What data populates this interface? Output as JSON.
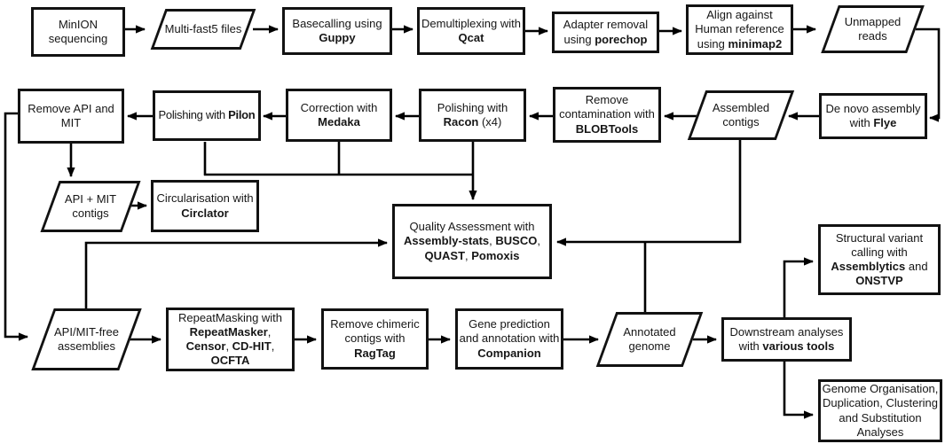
{
  "diagram": {
    "description": "MinION sequencing genome assembly and annotation pipeline flowchart",
    "colors": {
      "line": "#000000",
      "box_border": "#121212",
      "box_fill": "#ffffff",
      "text": "#161616"
    },
    "nodes": [
      {
        "id": "minion-sequencing",
        "shape": "rect",
        "label": "MinION sequencing"
      },
      {
        "id": "multi-fast5-files",
        "shape": "parallelogram",
        "label": "Multi-fast5 files"
      },
      {
        "id": "basecalling-guppy",
        "shape": "rect",
        "label": "Basecalling using **Guppy**"
      },
      {
        "id": "demultiplexing-qcat",
        "shape": "rect",
        "label": "Demultiplexing with **Qcat**"
      },
      {
        "id": "adapter-removal-porechop",
        "shape": "rect",
        "label": "Adapter removal using **porechop**"
      },
      {
        "id": "align-human-reference-minimap2",
        "shape": "rect",
        "label": "Align against Human reference using **minimap2**"
      },
      {
        "id": "unmapped-reads",
        "shape": "parallelogram",
        "label": "Unmapped reads"
      },
      {
        "id": "de-novo-assembly-flye",
        "shape": "rect",
        "label": "De novo assembly with **Flye**"
      },
      {
        "id": "assembled-contigs",
        "shape": "parallelogram",
        "label": "Assembled contigs"
      },
      {
        "id": "remove-contamination-blobtools",
        "shape": "rect",
        "label": "Remove contamination with **BLOBTools**"
      },
      {
        "id": "polishing-racon",
        "shape": "rect",
        "label": "Polishing with **Racon** (x4)"
      },
      {
        "id": "correction-medaka",
        "shape": "rect",
        "label": "Correction with **Medaka**"
      },
      {
        "id": "polishing-pilon",
        "shape": "rect",
        "label": "Polishing with **Pilon**"
      },
      {
        "id": "remove-api-and-mit",
        "shape": "rect",
        "label": "Remove API and MIT"
      },
      {
        "id": "api-mit-contigs",
        "shape": "parallelogram",
        "label": "API + MIT contigs"
      },
      {
        "id": "circularisation-circlator",
        "shape": "rect",
        "label": "Circularisation with **Circlator**"
      },
      {
        "id": "quality-assessment",
        "shape": "rect",
        "label": "Quality Assessment with **Assembly-stats**, **BUSCO**, **QUAST**, **Pomoxis**"
      },
      {
        "id": "api-mit-free-assemblies",
        "shape": "parallelogram",
        "label": "API/MIT-free assemblies"
      },
      {
        "id": "repeatmasking",
        "shape": "rect",
        "label": "RepeatMasking with **RepeatMasker**, **Censor**, **CD-HIT**, **OCFTA**"
      },
      {
        "id": "remove-chimeric-ragtag",
        "shape": "rect",
        "label": "Remove chimeric contigs with **RagTag**"
      },
      {
        "id": "gene-prediction-companion",
        "shape": "rect",
        "label": "Gene prediction and annotation with **Companion**"
      },
      {
        "id": "annotated-genome",
        "shape": "parallelogram",
        "label": "Annotated genome"
      },
      {
        "id": "downstream-analyses",
        "shape": "rect",
        "label": "Downstream analyses with **various tools**"
      },
      {
        "id": "structural-variant-calling",
        "shape": "rect",
        "label": "Structural variant calling with **Assemblytics** and **ONSTVP**"
      },
      {
        "id": "genome-organisation-analyses",
        "shape": "rect",
        "label": "Genome Organisation, Duplication, Clustering and Substitution Analyses"
      }
    ],
    "edges": [
      {
        "from": "minion-sequencing",
        "to": "multi-fast5-files"
      },
      {
        "from": "multi-fast5-files",
        "to": "basecalling-guppy"
      },
      {
        "from": "basecalling-guppy",
        "to": "demultiplexing-qcat"
      },
      {
        "from": "demultiplexing-qcat",
        "to": "adapter-removal-porechop"
      },
      {
        "from": "adapter-removal-porechop",
        "to": "align-human-reference-minimap2"
      },
      {
        "from": "align-human-reference-minimap2",
        "to": "unmapped-reads"
      },
      {
        "from": "unmapped-reads",
        "to": "de-novo-assembly-flye"
      },
      {
        "from": "de-novo-assembly-flye",
        "to": "assembled-contigs"
      },
      {
        "from": "assembled-contigs",
        "to": "remove-contamination-blobtools"
      },
      {
        "from": "remove-contamination-blobtools",
        "to": "polishing-racon"
      },
      {
        "from": "polishing-racon",
        "to": "correction-medaka"
      },
      {
        "from": "correction-medaka",
        "to": "polishing-pilon"
      },
      {
        "from": "polishing-pilon",
        "to": "remove-api-and-mit"
      },
      {
        "from": "remove-api-and-mit",
        "to": "api-mit-contigs"
      },
      {
        "from": "api-mit-contigs",
        "to": "circularisation-circlator"
      },
      {
        "from": "remove-api-and-mit",
        "to": "api-mit-free-assemblies"
      },
      {
        "from": "polishing-pilon",
        "to": "quality-assessment"
      },
      {
        "from": "correction-medaka",
        "to": "quality-assessment"
      },
      {
        "from": "polishing-racon",
        "to": "quality-assessment"
      },
      {
        "from": "api-mit-free-assemblies",
        "to": "quality-assessment"
      },
      {
        "from": "assembled-contigs",
        "to": "quality-assessment"
      },
      {
        "from": "annotated-genome",
        "to": "quality-assessment"
      },
      {
        "from": "api-mit-free-assemblies",
        "to": "repeatmasking"
      },
      {
        "from": "repeatmasking",
        "to": "remove-chimeric-ragtag"
      },
      {
        "from": "remove-chimeric-ragtag",
        "to": "gene-prediction-companion"
      },
      {
        "from": "gene-prediction-companion",
        "to": "annotated-genome"
      },
      {
        "from": "annotated-genome",
        "to": "downstream-analyses"
      },
      {
        "from": "downstream-analyses",
        "to": "structural-variant-calling"
      },
      {
        "from": "downstream-analyses",
        "to": "genome-organisation-analyses"
      }
    ]
  }
}
